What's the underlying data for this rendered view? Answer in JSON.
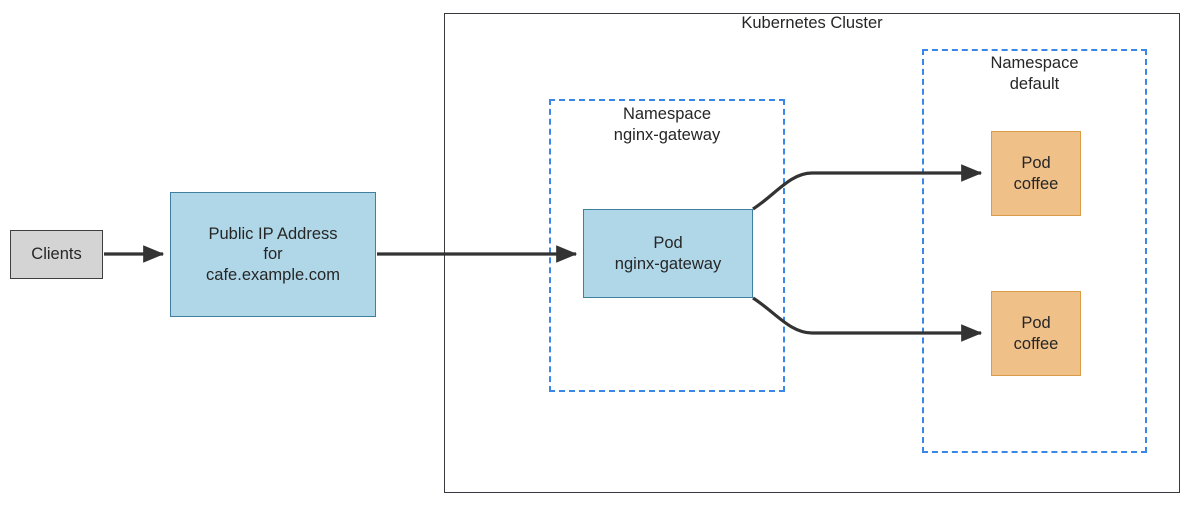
{
  "diagram": {
    "title": "Kubernetes Cluster",
    "colors": {
      "cluster_border": "#36393d",
      "namespace_border": "#3a87e8",
      "gateway_fill": "#b0d7e8",
      "gateway_border": "#3f7fa0",
      "pod_fill": "#f0c089",
      "pod_border": "#d79b4a",
      "clients_fill": "#d4d4d4",
      "clients_border": "#3f3f3f",
      "connector": "#333333",
      "text": "#262626",
      "background": "#ffffff"
    },
    "cluster": {
      "label": "Kubernetes Cluster"
    },
    "namespaces": [
      {
        "id": "nginx-gateway",
        "label": "Namespace\nnginx-gateway",
        "kind_label": "Namespace",
        "name_label": "nginx-gateway"
      },
      {
        "id": "default",
        "label": "Namespace\ndefault",
        "kind_label": "Namespace",
        "name_label": "default"
      }
    ],
    "nodes": [
      {
        "id": "clients",
        "label": "Clients",
        "shape": "rectangle",
        "fill": "#d4d4d4"
      },
      {
        "id": "public-ip",
        "label": "Public IP Address\nfor\ncafe.example.com",
        "shape": "rectangle",
        "fill": "#b0d7e8"
      },
      {
        "id": "pod-nginx-gateway",
        "label": "Pod\nnginx-gateway",
        "shape": "rectangle",
        "fill": "#b0d7e8"
      },
      {
        "id": "pod-coffee-1",
        "label": "Pod\ncoffee",
        "shape": "rectangle",
        "fill": "#f0c089"
      },
      {
        "id": "pod-coffee-2",
        "label": "Pod\ncoffee",
        "shape": "rectangle",
        "fill": "#f0c089"
      }
    ],
    "edges": [
      {
        "id": "clients-to-public-ip",
        "from": "clients",
        "to": "public-ip",
        "style": "straight-arrow"
      },
      {
        "id": "public-ip-to-gateway",
        "from": "public-ip",
        "to": "pod-nginx-gateway",
        "style": "straight-arrow"
      },
      {
        "id": "gateway-to-coffee-1",
        "from": "pod-nginx-gateway",
        "to": "pod-coffee-1",
        "style": "curved-arrow"
      },
      {
        "id": "gateway-to-coffee-2",
        "from": "pod-nginx-gateway",
        "to": "pod-coffee-2",
        "style": "curved-arrow"
      }
    ]
  }
}
